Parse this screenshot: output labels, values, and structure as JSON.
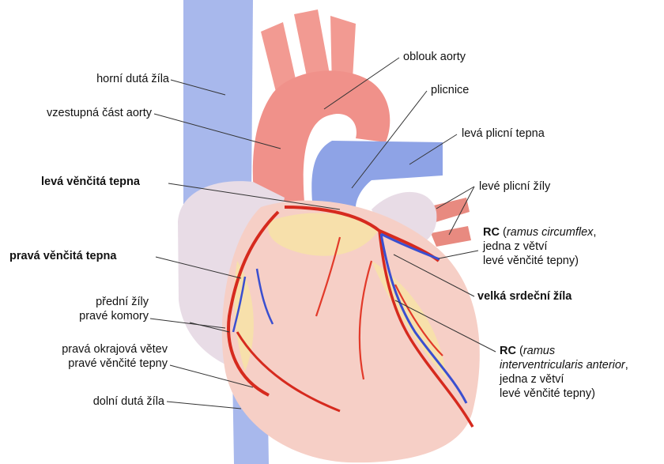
{
  "labels": {
    "svc": "horní dutá žíla",
    "ascending_aorta": "vzestupná část aorty",
    "left_coronary": "levá věnčitá tepna",
    "right_coronary": "pravá věnčitá tepna",
    "anterior_veins_1": "přední žíly",
    "anterior_veins_2": "pravé komory",
    "marginal_1": "pravá okrajová větev",
    "marginal_2": "pravé věnčité tepny",
    "ivc": "dolní dutá žíla",
    "aortic_arch": "oblouk aorty",
    "pulmonary_trunk": "plicnice",
    "left_pulmonary_artery": "levá plicní tepna",
    "left_pulmonary_veins": "levé plicní žíly",
    "rc_abbr": "RC",
    "rc_circumflex_open": " (",
    "rc_circumflex_name": "ramus circumflex",
    "rc_circumflex_close": ",",
    "rc_circumflex_2": "jedna z větví",
    "rc_circumflex_3": "levé věnčité tepny)",
    "great_cardiac_vein": "velká srdeční žíla",
    "rc_lad_abbr": "RC",
    "rc_lad_open": " (",
    "rc_lad_name_1": "ramus",
    "rc_lad_name_2": "interventricularis anterior",
    "rc_lad_name_2_close": ",",
    "rc_lad_3": "jedna z větví",
    "rc_lad_4": "levé věnčité tepny)"
  },
  "colors": {
    "vein_blue": "#a8b8ec",
    "aorta_pink": "#f0918a",
    "muscle": "#f6cfc6",
    "fat_yellow": "#f7e3a6",
    "artery_red": "#d62a1e",
    "vein_dark_blue": "#3a4fd0",
    "atrium": "#e8dce6"
  }
}
